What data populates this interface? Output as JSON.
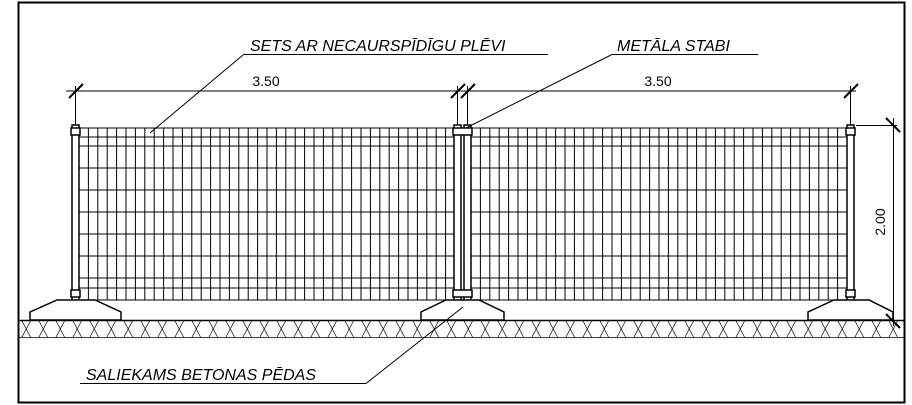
{
  "labels": {
    "mesh_panels": "SETS AR NECAURSPĪDĪGU PLĒVI",
    "metal_posts": "METĀLA STABI",
    "concrete_feet": "SALIEKAMS BETONAS PĒDAS"
  },
  "dimensions": {
    "left_span": "3.50",
    "right_span": "3.50",
    "height": "2.00"
  },
  "colors": {
    "line": "#000000",
    "background": "#ffffff"
  }
}
